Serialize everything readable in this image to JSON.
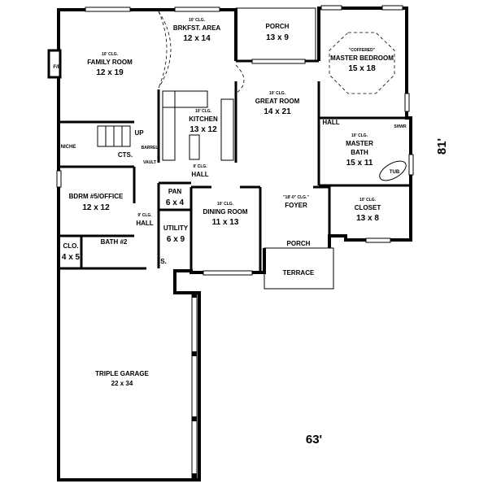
{
  "rooms": {
    "family": {
      "ceiling": "10' CLG.",
      "name": "FAMILY ROOM",
      "size": "12 x 19"
    },
    "brkfst": {
      "ceiling": "10' CLG.",
      "name": "BRKFST. AREA",
      "size": "12 x 14"
    },
    "porch_rear": {
      "name": "PORCH",
      "size": "13 x 9"
    },
    "master_bed": {
      "ceiling": "\"COFFERED\"",
      "name": "MASTER BEDROOM",
      "size": "15 x 18"
    },
    "great": {
      "ceiling": "10' CLG.",
      "name": "GREAT ROOM",
      "size": "14 x 21"
    },
    "kitchen": {
      "ceiling": "10' CLG.",
      "name": "KITCHEN",
      "size": "13 x 12"
    },
    "master_bath": {
      "ceiling": "10' CLG.",
      "name": "MASTER",
      "name2": "BATH",
      "size": "15 x 11"
    },
    "closet": {
      "ceiling": "10' CLG.",
      "name": "CLOSET",
      "size": "13 x 8"
    },
    "hall_upper": {
      "ceiling": "9' CLG.",
      "name": "HALL"
    },
    "hall_master": {
      "name": "HALL"
    },
    "hall_side": {
      "ceiling": "9' CLG.",
      "name": "HALL"
    },
    "bdrm5": {
      "name": "BDRM #5/OFFICE",
      "size": "12 x 12"
    },
    "pan": {
      "name": "PAN",
      "size": "6 x 4"
    },
    "dining": {
      "ceiling": "10' CLG.",
      "name": "DINING ROOM",
      "size": "11 x 13"
    },
    "foyer": {
      "ceiling": "\"18'-0\" CLG.\"",
      "name": "FOYER"
    },
    "utility": {
      "name": "UTILITY",
      "size": "6 x 9"
    },
    "clo": {
      "name": "CLO.",
      "size": "4 x 5"
    },
    "bath2": {
      "name": "BATH #2"
    },
    "porch_front": {
      "name": "PORCH"
    },
    "terrace": {
      "name": "TERRACE"
    },
    "garage": {
      "name": "TRIPLE GARAGE",
      "size": "22 x 34"
    }
  },
  "labels": {
    "fp": "F/P",
    "niche": "NICHE",
    "up": "UP",
    "cts": "CTS.",
    "barrel": "BARREL",
    "vault": "VAULT",
    "shwr": "SHWR",
    "tub": "TUB",
    "s": "S."
  },
  "dimensions": {
    "depth": "81'",
    "width": "63'"
  }
}
